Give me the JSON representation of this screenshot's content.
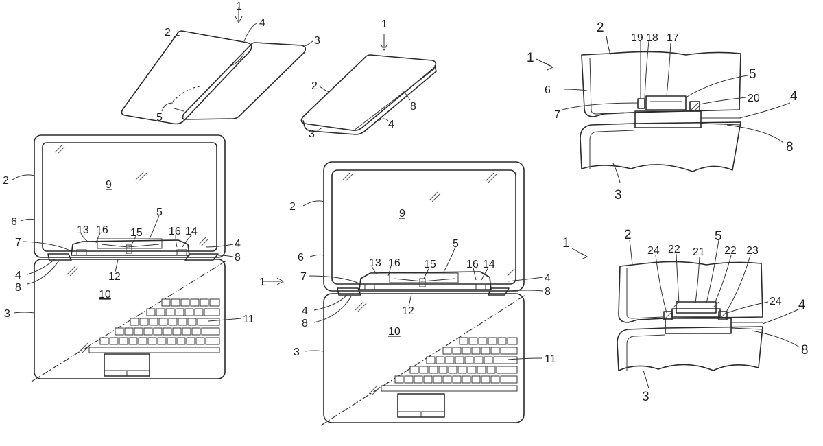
{
  "fig_a": {
    "ref_1": "1",
    "ref_2": "2",
    "ref_3": "3",
    "ref_4": "4",
    "ref_5": "5"
  },
  "fig_b": {
    "ref_1": "1",
    "ref_2": "2",
    "ref_3": "3",
    "ref_4": "4",
    "ref_8": "8"
  },
  "fig_c": {
    "ref_2": "2",
    "ref_3": "3",
    "ref_4": "4",
    "ref_5": "5",
    "ref_6": "6",
    "ref_7": "7",
    "ref_8a": "8",
    "ref_8b": "8",
    "ref_9": "9",
    "ref_10": "10",
    "ref_11": "11",
    "ref_12": "12",
    "ref_13": "13",
    "ref_14": "14",
    "ref_15": "15",
    "ref_16a": "16",
    "ref_16b": "16",
    "ref_4b": "4"
  },
  "fig_d": {
    "ref_1": "1",
    "ref_2": "2",
    "ref_3": "3",
    "ref_4a": "4",
    "ref_4b": "4",
    "ref_5": "5",
    "ref_6": "6",
    "ref_7": "7",
    "ref_8a": "8",
    "ref_8b": "8",
    "ref_9": "9",
    "ref_10": "10",
    "ref_11": "11",
    "ref_12": "12",
    "ref_13": "13",
    "ref_14": "14",
    "ref_15": "15",
    "ref_16a": "16",
    "ref_16b": "16"
  },
  "fig_e": {
    "ref_1": "1",
    "ref_2": "2",
    "ref_3": "3",
    "ref_4": "4",
    "ref_5": "5",
    "ref_6": "6",
    "ref_7": "7",
    "ref_8": "8",
    "ref_17": "17",
    "ref_18": "18",
    "ref_19": "19",
    "ref_20": "20"
  },
  "fig_f": {
    "ref_1": "1",
    "ref_2": "2",
    "ref_3": "3",
    "ref_4": "4",
    "ref_5": "5",
    "ref_8": "8",
    "ref_21": "21",
    "ref_22a": "22",
    "ref_22b": "22",
    "ref_23": "23",
    "ref_24a": "24",
    "ref_24b": "24"
  }
}
